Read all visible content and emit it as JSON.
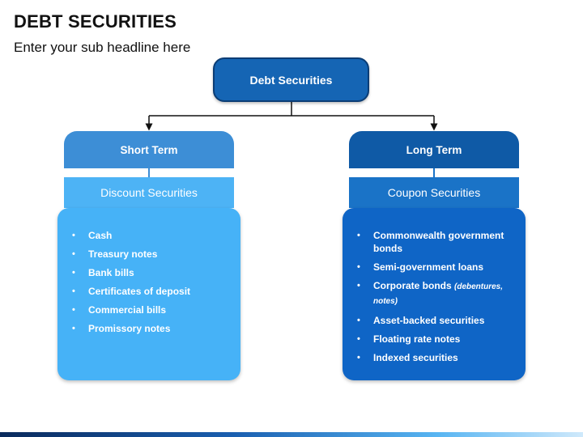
{
  "header": {
    "title": "DEBT SECURITIES",
    "subtitle": "Enter your sub headline here"
  },
  "root": {
    "label": "Debt Securities"
  },
  "left": {
    "category": "Short Term",
    "subcategory": "Discount Securities",
    "items": [
      {
        "text": "Cash"
      },
      {
        "text": "Treasury notes"
      },
      {
        "text": "Bank bills"
      },
      {
        "text": "Certificates of deposit"
      },
      {
        "text": "Commercial bills"
      },
      {
        "text": "Promissory notes"
      }
    ]
  },
  "right": {
    "category": "Long Term",
    "subcategory": "Coupon Securities",
    "items": [
      {
        "text": "Commonwealth government bonds"
      },
      {
        "text": "Semi-government loans"
      },
      {
        "text": "Corporate bonds",
        "note": "(debentures, notes)"
      },
      {
        "text": "Asset-backed securities"
      },
      {
        "text": "Floating rate notes"
      },
      {
        "text": "Indexed securities"
      }
    ]
  },
  "bullet": "•",
  "colors": {
    "root_fill": "#1565b4",
    "left_header": "#3d8ed6",
    "left_sub": "#4db3f5",
    "left_panel": "#46b2f7",
    "right_header": "#0f5aa6",
    "right_sub": "#1a73c7",
    "right_panel": "#0f65c6"
  }
}
